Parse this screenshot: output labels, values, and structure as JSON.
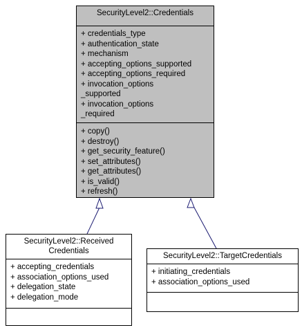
{
  "diagram": {
    "base": {
      "name": "SecurityLevel2::Credentials",
      "attributes": [
        "+ credentials_type",
        "+ authentication_state",
        "+ mechanism",
        "+ accepting_options_supported",
        "+ accepting_options_required",
        "+ invocation_options",
        "_supported",
        "+ invocation_options",
        "_required"
      ],
      "operations": [
        "+ copy()",
        "+ destroy()",
        "+ get_security_feature()",
        "+ set_attributes()",
        "+ get_attributes()",
        "+ is_valid()",
        "+ refresh()"
      ]
    },
    "received": {
      "name_line1": "SecurityLevel2::Received",
      "name_line2": "Credentials",
      "attributes": [
        "+ accepting_credentials",
        "+ association_options_used",
        "+ delegation_state",
        "+ delegation_mode"
      ]
    },
    "target": {
      "name": "SecurityLevel2::TargetCredentials",
      "attributes": [
        "+ initiating_credentials",
        "+ association_options_used"
      ]
    },
    "colors": {
      "base_fill": "#bfbfbf",
      "edge": "#191970",
      "border": "#000000"
    }
  }
}
